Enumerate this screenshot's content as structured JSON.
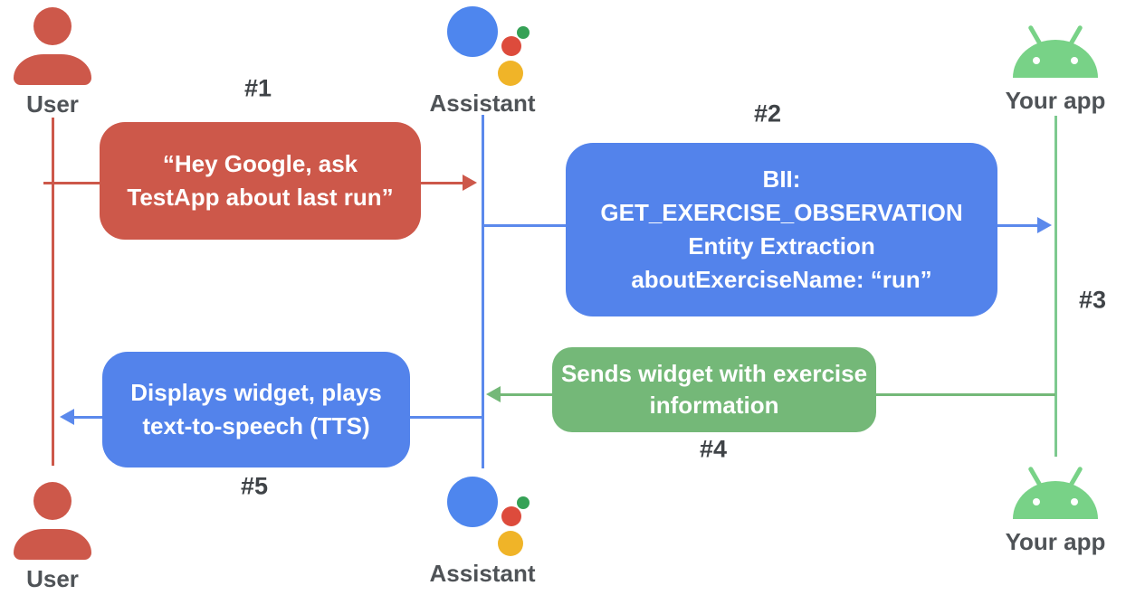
{
  "diagram": {
    "title": "assistant-app-actions-sequence",
    "colors": {
      "user_red": "#cd584a",
      "assistant_blue": "#5383eb",
      "widget_green": "#74b878",
      "android_green": "#78d287",
      "green_lifeline": "#7dc98f",
      "actor_label_gray": "#4f5357",
      "step_label_gray": "#3f4347",
      "logo_blue": "#4e86ee",
      "logo_red": "#dd4b3c",
      "logo_yellow": "#f0b428",
      "logo_green": "#35a156"
    },
    "actors": {
      "user_top": {
        "label": "User",
        "icon": "user-icon"
      },
      "assistant_top": {
        "label": "Assistant",
        "icon": "google-assistant-icon"
      },
      "app_top": {
        "label": "Your app",
        "icon": "android-icon"
      },
      "user_bottom": {
        "label": "User",
        "icon": "user-icon"
      },
      "assistant_bottom": {
        "label": "Assistant",
        "icon": "google-assistant-icon"
      },
      "app_bottom": {
        "label": "Your app",
        "icon": "android-icon"
      }
    },
    "steps": {
      "s1": "#1",
      "s2": "#2",
      "s3": "#3",
      "s4": "#4",
      "s5": "#5"
    },
    "messages": {
      "m1": {
        "from": "User",
        "to": "Assistant",
        "lines": [
          "“Hey Google, ask",
          "TestApp about last run”"
        ]
      },
      "m2": {
        "from": "Assistant",
        "to": "Your app",
        "lines": [
          "BII:",
          "GET_EXERCISE_OBSERVATION",
          "Entity Extraction",
          "aboutExerciseName: “run”"
        ]
      },
      "m4": {
        "from": "Your app",
        "to": "Assistant",
        "lines": [
          "Sends widget with exercise",
          "information"
        ]
      },
      "m5": {
        "from": "Assistant",
        "to": "User",
        "lines": [
          "Displays widget, plays",
          "text-to-speech (TTS)"
        ]
      }
    }
  }
}
